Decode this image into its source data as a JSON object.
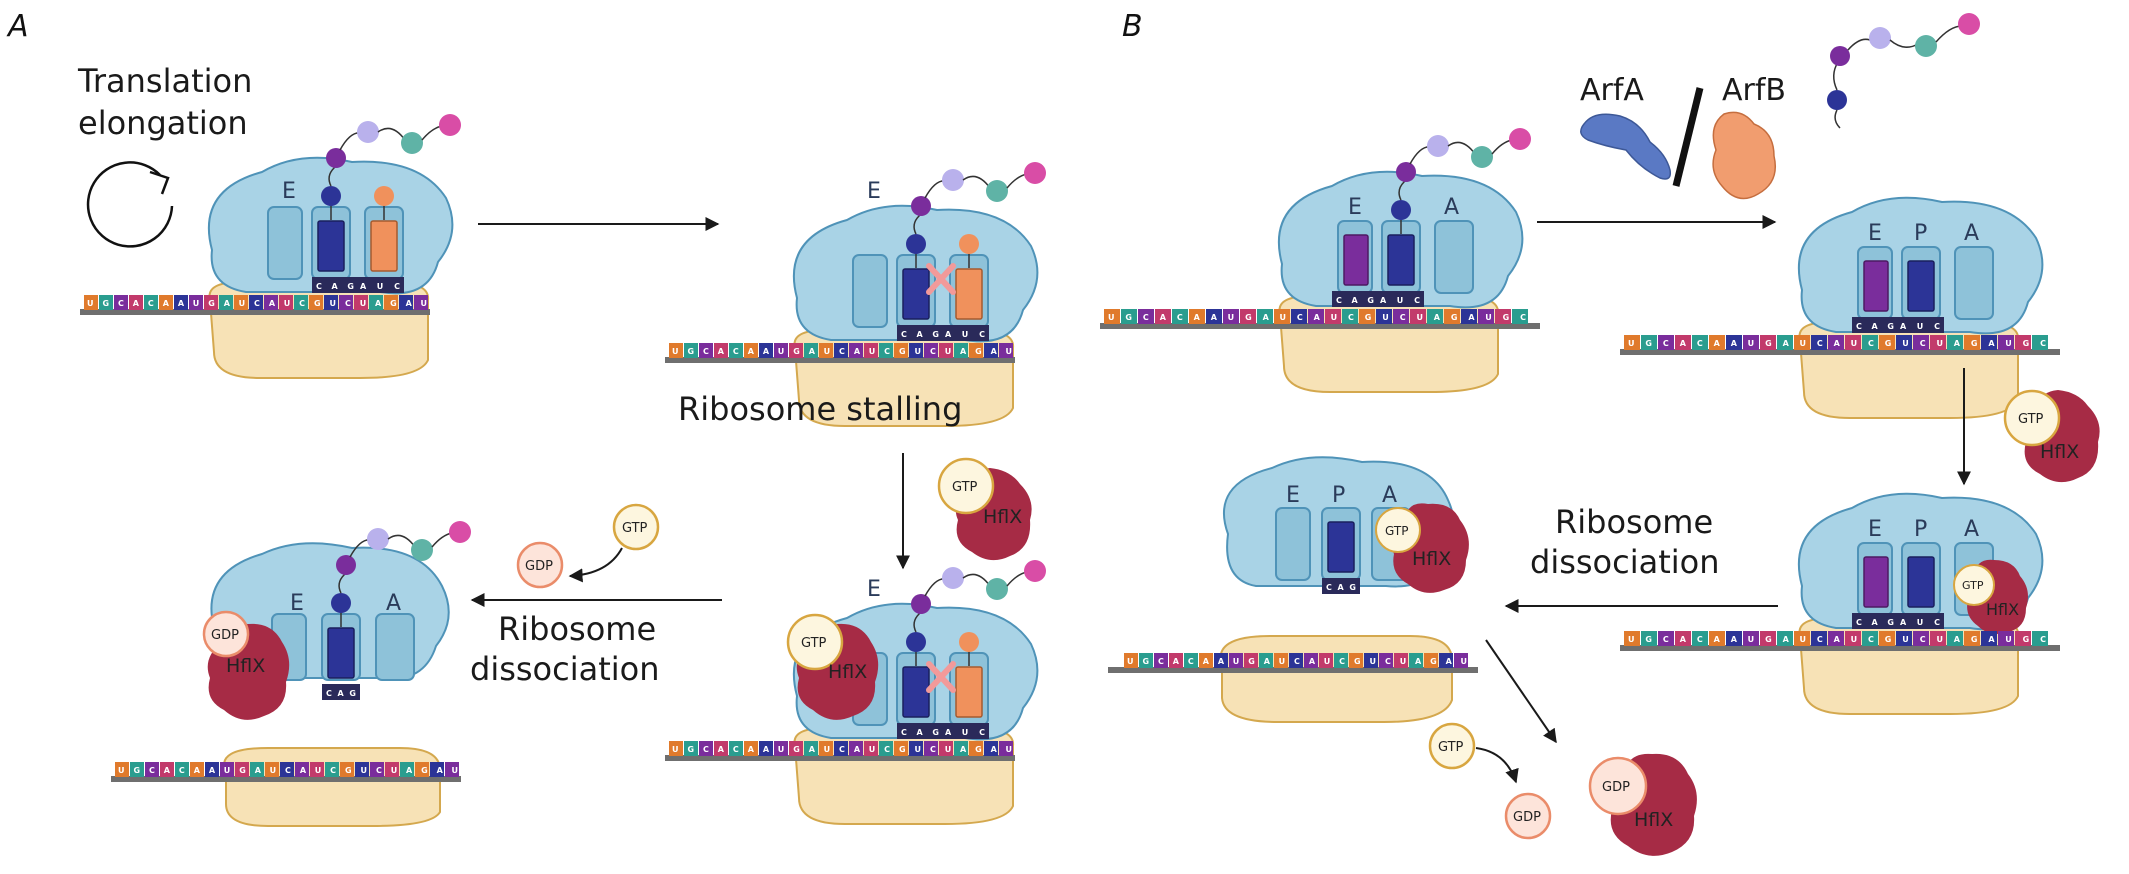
{
  "panels": {
    "a": {
      "letter": "A",
      "elongation_title": [
        "Translation",
        "elongation"
      ],
      "stalling_label": "Ribosome stalling",
      "dissociation_label": [
        "Ribosome",
        "dissociation"
      ],
      "site_labels": {
        "e": "E",
        "a": "A"
      },
      "mrna_sequence": "UGCACAAUGAUCAUCGUCUAGAU",
      "anticodon": "CAG",
      "anticodon_2": "AUC"
    },
    "b": {
      "letter": "B",
      "arfa_label": "ArfA",
      "arfb_label": "ArfB",
      "dissociation_label": [
        "Ribosome",
        "dissociation"
      ],
      "site_labels": {
        "e": "E",
        "p": "P",
        "a": "A"
      },
      "mrna_sequence": "UGCACAAUGAUCAUCGUCUAGAUGC",
      "anticodon": "CAG",
      "anticodon_2": "AUC"
    }
  },
  "molecules": {
    "gtp": "GTP",
    "gdp": "GDP",
    "hflx": "HflX"
  },
  "colors": {
    "ribosome_small": "#f7e2b6",
    "ribosome_small_stroke": "#d4a84e",
    "ribosome_large": "#a9d3e6",
    "ribosome_large_stroke": "#4f93b8",
    "trna_purple": "#7a2d9c",
    "trna_blue": "#2c3497",
    "trna_orange": "#f0915c",
    "hflx": "#a62b45",
    "arfa": "#5a79c4",
    "arfb": "#f19d6f",
    "chip_fill": "#fdf6df",
    "chip_stroke": "#d8a640",
    "gdp_fill": "#fde4da",
    "gdp_stroke": "#ea8c6a",
    "stall_cross": "#f29a9a"
  }
}
